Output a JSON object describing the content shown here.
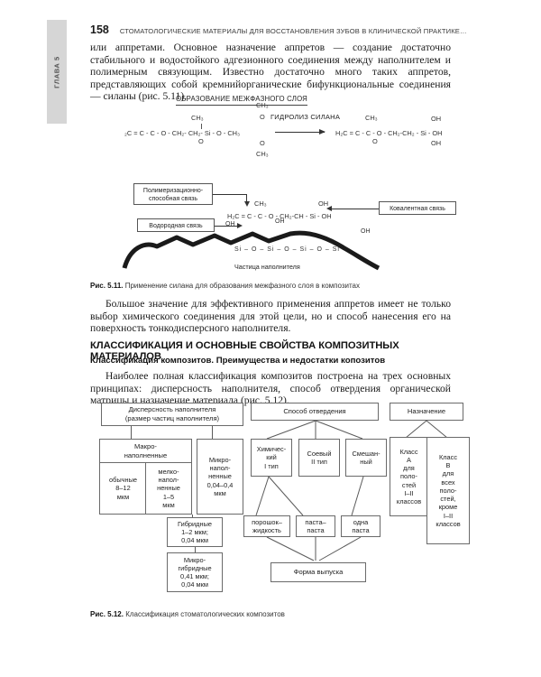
{
  "page": {
    "folio": "158",
    "running_head": "СТОМАТОЛОГИЧЕСКИЕ МАТЕРИАЛЫ ДЛЯ ВОССТАНОВЛЕНИЯ ЗУБОВ В КЛИНИЧЕСКОЙ ПРАКТИКЕ…",
    "chapter_tab": "ГЛАВА 5"
  },
  "paragraphs": {
    "p1": "или аппретами. Основное назначение аппретов — создание достаточно стабильного и водостойкого адгезионного соединения между наполнителем и полимерным связующим. Известно достаточно много таких аппретов, представляющих собой кремнийорганические бифункциональные соединения — силаны (рис. 5.11).",
    "p2": "Большое значение для эффективного применения аппретов имеет не только выбор химического соединения для этой цели, но и способ нанесения его на поверхность тонкодисперсного наполнителя.",
    "p3": "Наиболее полная классификация композитов построена на трех основных принципах: дисперсность наполнителя, способ отвердения органической матрицы и назначение материала (рис. 5.12)."
  },
  "headings": {
    "main": "КЛАССИФИКАЦИЯ И ОСНОВНЫЕ СВОЙСТВА КОМПОЗИТНЫХ МАТЕРИАЛОВ",
    "sub": "Классификация композитов. Преимущества и недостатки копозитов"
  },
  "figure_511": {
    "title": "ОБРАЗОВАНИЕ МЕЖФАЗНОГО СЛОЯ",
    "reaction_label": "ГИДРОЛИЗ СИЛАНА",
    "left_formula": "₂C = C - C - O - CH₂- CH₂- Si - O - CH₃",
    "left_top": "CH₃",
    "left_carbonyl": "O",
    "left_si_top_1": "CH₃",
    "left_si_top_2": "O",
    "left_si_bot_1": "O",
    "left_si_bot_2": "CH₃",
    "right_formula": "H₂C = C - C - O - CH₂-CH₂ - Si - OH",
    "right_top": "CH₃",
    "right_carbonyl": "O",
    "right_si_top": "OH",
    "right_si_bot": "OH",
    "callouts": {
      "polymer_bond": "Полимеризационно-\nспособная связь",
      "hydrogen_bond": "Водородная связь",
      "covalent_bond": "Ковалентная связь"
    },
    "chain_formula": "H₂C = C - C - O - CH₂-CH - Si - OH",
    "chain_top": "CH₃",
    "chain_oh": "OH",
    "particle_label": "Частица наполнителя",
    "surface_atoms": [
      "OH",
      "Si",
      "O",
      "OH",
      "Si",
      "O",
      "Si",
      "O",
      "Si",
      "OH"
    ],
    "caption": "Применение силана для образования межфазного слоя в композитах",
    "caption_number": "Рис. 5.11."
  },
  "figure_512": {
    "caption_number": "Рис. 5.12.",
    "caption": "Классификация стоматологических композитов",
    "columns": [
      {
        "root": "Дисперсность наполнителя\n(размер частиц наполнителя)",
        "children": [
          {
            "label": "Макро-\nнаполненные",
            "sub": [
              "обычные\n8–12\nмкм",
              "мелко-\nнапол-\nненные\n1–5\nмкм"
            ]
          },
          {
            "label": "Микро-\nнапол-\nненные\n0,04–0,4\nмкм",
            "sub": []
          }
        ],
        "tail": [
          "Гибридные\n1–2 мкм;\n0,04 мкм",
          "Микро-\nгибридные\n0,41 мкм;\n0,04 мкм"
        ]
      },
      {
        "root": "Способ отвердения",
        "children": [
          {
            "label": "Химичес-\nкий\nI тип",
            "sub": []
          },
          {
            "label": "Соевый\nII тип",
            "sub": []
          },
          {
            "label": "Смешан-\nный",
            "sub": []
          }
        ],
        "level3": [
          "порошок–\nжидкость",
          "паста–\nпаста",
          "одна\nпаста"
        ],
        "tail": [
          "Форма выпуска"
        ]
      },
      {
        "root": "Назначение",
        "children": [
          {
            "label": "Класс\nА\nдля\nполо-\nстей\nI–II\nклассов",
            "sub": []
          },
          {
            "label": "Класс\nВ\nдля\nвсех\nполо-\nстей,\nкроме\nI–II\nклассов",
            "sub": []
          }
        ],
        "tail": []
      }
    ]
  }
}
